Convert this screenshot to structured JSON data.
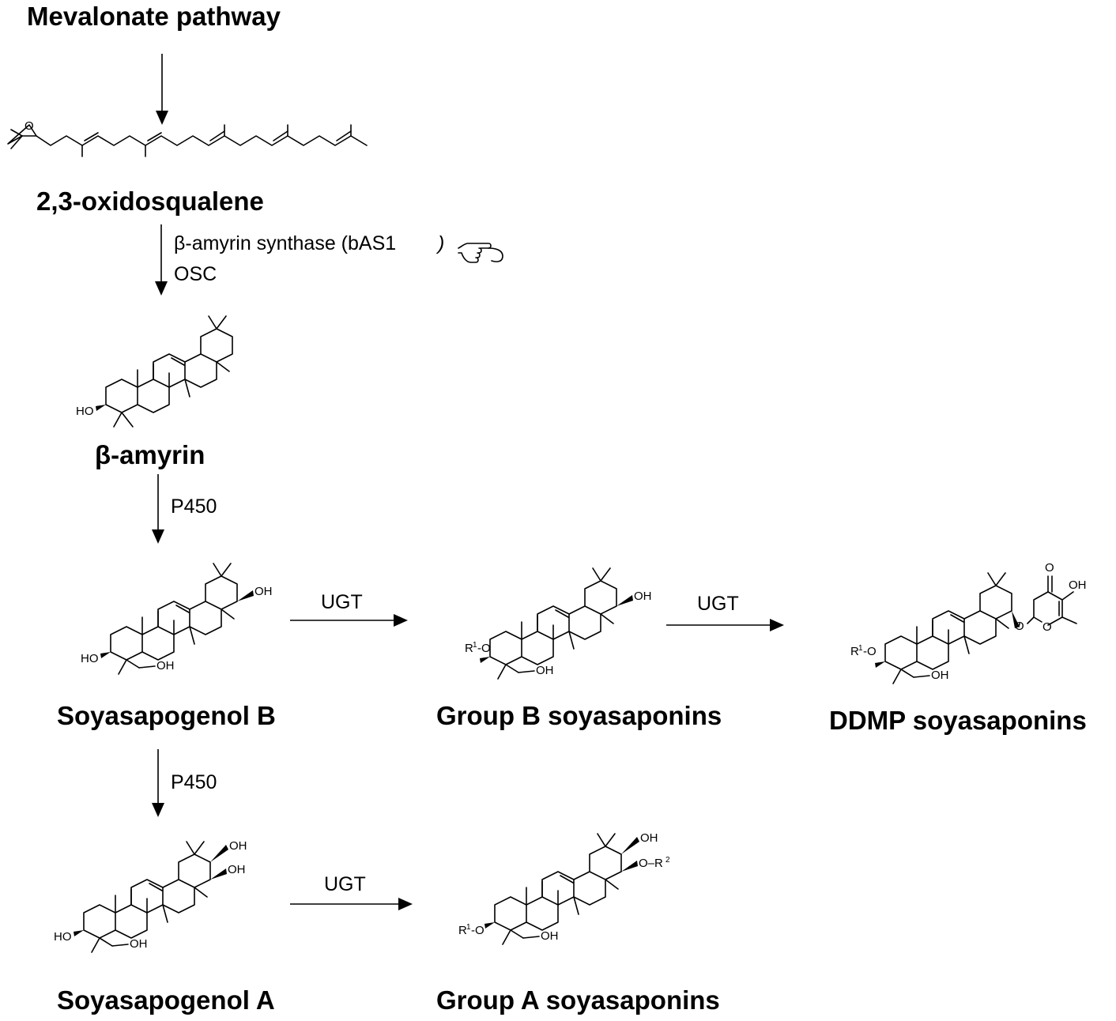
{
  "pathway": {
    "start": "Mevalonate pathway",
    "oxidosqualene": "2,3-oxidosqualene",
    "amyrin": "β-amyrin",
    "soyasapogenol_b": "Soyasapogenol B",
    "soyasapogenol_a": "Soyasapogenol A",
    "group_b": "Group B soyasaponins",
    "ddmp": "DDMP soyasaponins",
    "group_a": "Group A soyasaponins"
  },
  "enzymes": {
    "bas1": "β-amyrin synthase (bAS1",
    "bas1_paren": ")",
    "osc": "OSC",
    "p450_1": "P450",
    "p450_2": "P450",
    "ugt_1": "UGT",
    "ugt_2": "UGT",
    "ugt_3": "UGT"
  },
  "atoms": {
    "epoxide_o": "O",
    "ho": "HO",
    "oh": "OH",
    "r1o_r": "R",
    "r1o_sup": "1",
    "r1o_o": "-O",
    "or2": "O–R",
    "r2_sup": "2",
    "ring_o": "O",
    "keto_o": "O",
    "link_o": "O"
  },
  "icons": {
    "pointer": "pointing-hand-icon"
  }
}
